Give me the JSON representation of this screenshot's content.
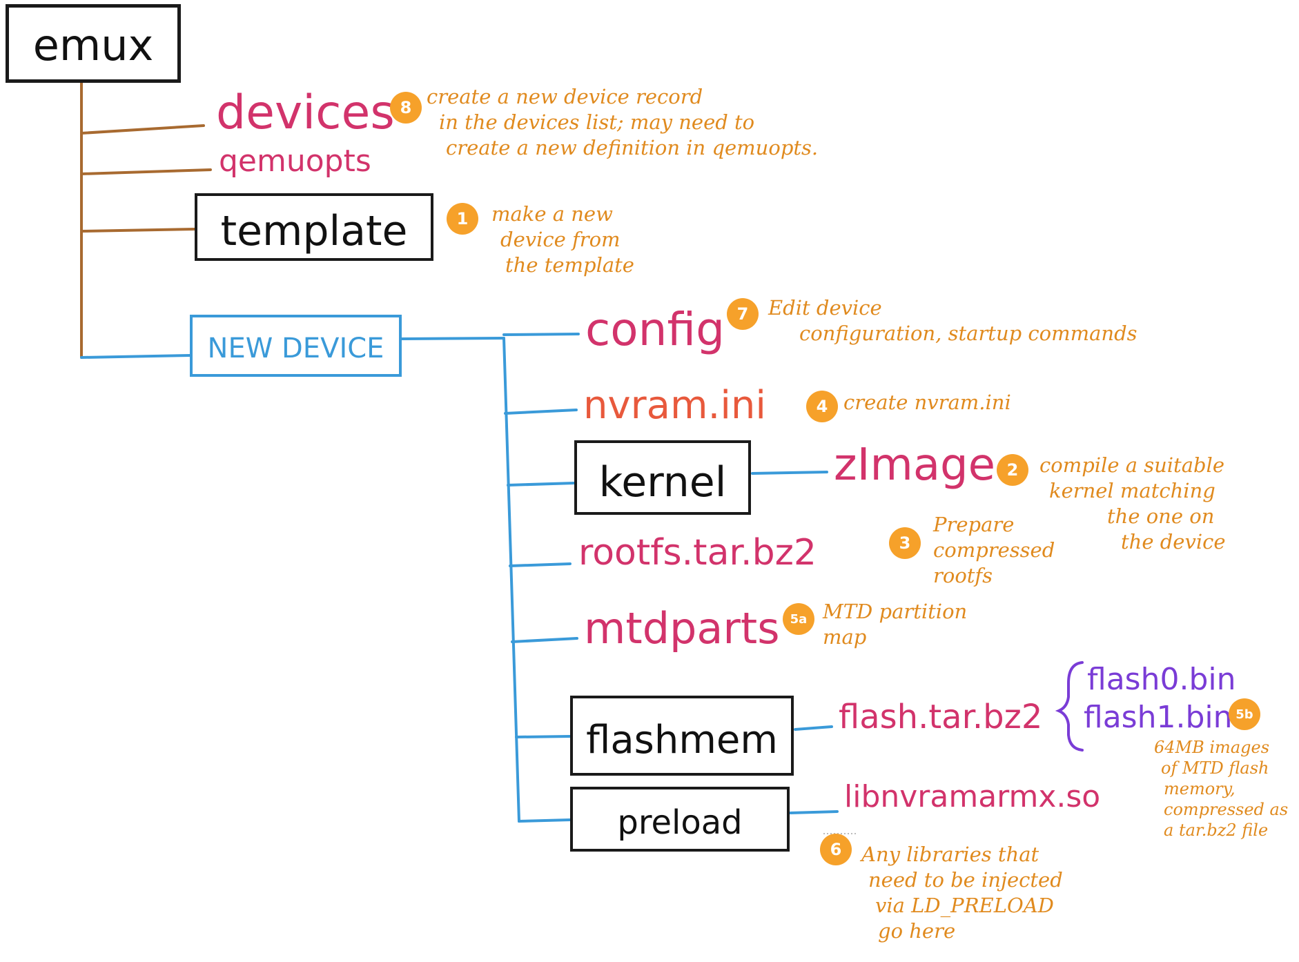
{
  "nodes": {
    "emux": "emux",
    "devices": "devices",
    "qemuopts": "qemuopts",
    "template": "template",
    "new_device": "NEW DEVICE",
    "config": "config",
    "nvram_ini": "nvram.ini",
    "kernel": "kernel",
    "zimage": "zImage",
    "rootfs": "rootfs.tar.bz2",
    "mtdparts": "mtdparts",
    "flashmem": "flashmem",
    "flash_tar": "flash.tar.bz2",
    "flash0": "flash0.bin",
    "flash1": "flash1.bin",
    "preload": "preload",
    "libnvram": "libnvramarmx.so"
  },
  "steps": [
    {
      "badge": "8",
      "lines": [
        "create a new device record",
        "in the devices list; may need to",
        "create a new definition in qemuopts."
      ]
    },
    {
      "badge": "1",
      "lines": [
        "make a new",
        "device from",
        "the template"
      ]
    },
    {
      "badge": "7",
      "lines": [
        "Edit device",
        "configuration, startup commands"
      ]
    },
    {
      "badge": "4",
      "lines": [
        "create nvram.ini"
      ]
    },
    {
      "badge": "2",
      "lines": [
        "compile a suitable",
        "kernel matching",
        "the one on",
        "the device"
      ]
    },
    {
      "badge": "3",
      "lines": [
        "Prepare",
        "compressed",
        "rootfs"
      ]
    },
    {
      "badge": "5a",
      "lines": [
        "MTD partition",
        "map"
      ]
    },
    {
      "badge": "5b",
      "lines": [
        "64MB images",
        "of MTD flash",
        "memory,",
        "compressed as",
        "a tar.bz2 file"
      ]
    },
    {
      "badge": "6",
      "lines": [
        "Any libraries that",
        "need to be injected",
        "via LD_PRELOAD",
        "go here"
      ]
    }
  ],
  "colors": {
    "ink": "#1a1a1a",
    "brown_tree": "#a86a30",
    "blue_tree": "#3a9ad9",
    "pink": "#d2336b",
    "red": "#e8593c",
    "purple": "#7a3cd6",
    "orange_note": "#e08a1e",
    "badge": "#f6a12a"
  }
}
